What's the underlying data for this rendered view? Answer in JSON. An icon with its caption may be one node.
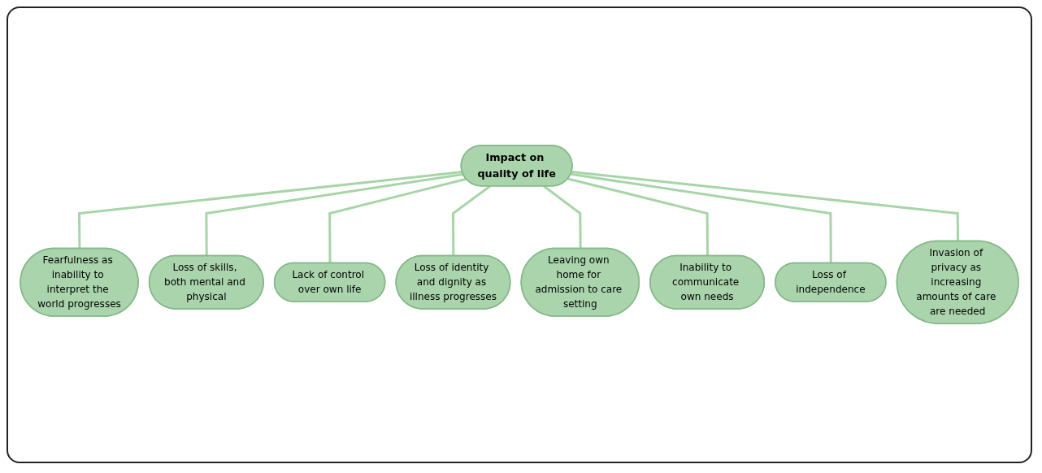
{
  "diagram": {
    "nodes": [
      {
        "text": [
          "Impact on quality of life"
        ]
      },
      {
        "text": [
          "Fearfulness as inability to interpret the world progresses"
        ]
      },
      {
        "text": [
          "Loss of skills, both mental and physical"
        ]
      },
      {
        "text": [
          "Lack of control over own life"
        ]
      },
      {
        "text": [
          "Loss of identity and dignity as illness progresses"
        ]
      },
      {
        "text": [
          "Leaving own home for admission to care setting"
        ]
      },
      {
        "text": [
          "Inability to communicate own needs"
        ]
      },
      {
        "text": [
          "Loss of independence"
        ]
      },
      {
        "text": [
          "Invasion of privacy as increasing amounts of care are needed"
        ]
      }
    ],
    "edges": [
      {
        "from": 0,
        "to": 1,
        "arrow": "none"
      },
      {
        "from": 0,
        "to": 2,
        "arrow": "none"
      },
      {
        "from": 0,
        "to": 3,
        "arrow": "none"
      },
      {
        "from": 0,
        "to": 4,
        "arrow": "none"
      },
      {
        "from": 0,
        "to": 5,
        "arrow": "none"
      },
      {
        "from": 0,
        "to": 6,
        "arrow": "none"
      },
      {
        "from": 0,
        "to": 7,
        "arrow": "none"
      },
      {
        "from": 0,
        "to": 8,
        "arrow": "none"
      }
    ]
  }
}
